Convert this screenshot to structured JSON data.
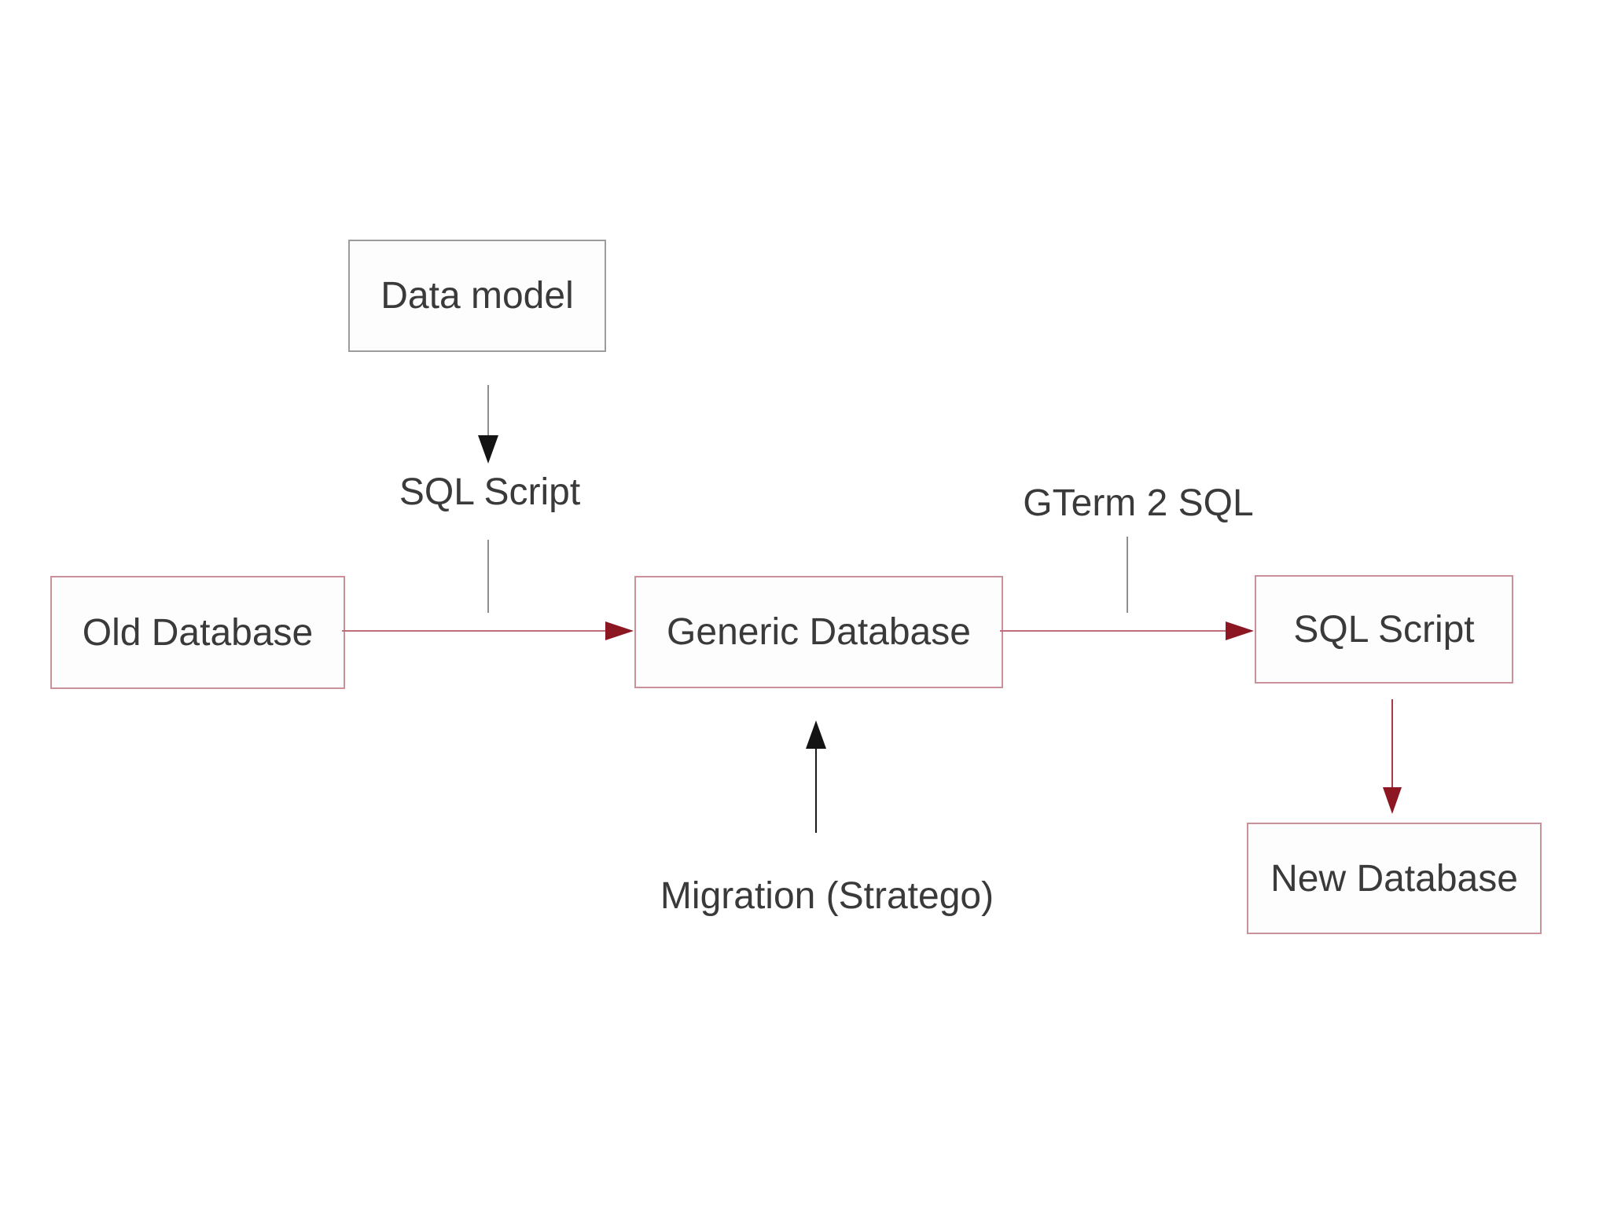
{
  "diagram": {
    "type": "flowchart",
    "background": "#ffffff",
    "nodes": [
      {
        "id": "data-model",
        "label": "Data model",
        "border": "gray"
      },
      {
        "id": "old-database",
        "label": "Old Database",
        "border": "rose"
      },
      {
        "id": "generic-database",
        "label": "Generic Database",
        "border": "rose"
      },
      {
        "id": "sql-script-box",
        "label": "SQL Script",
        "border": "rose"
      },
      {
        "id": "new-database",
        "label": "New Database",
        "border": "rose"
      }
    ],
    "edge_labels": [
      {
        "id": "sql-script-label",
        "label": "SQL Script"
      },
      {
        "id": "gterm-label",
        "label": "GTerm 2 SQL"
      },
      {
        "id": "migration-label",
        "label": "Migration (Stratego)"
      }
    ],
    "edges": [
      {
        "from": "Data model",
        "to": "SQL Script (label)",
        "direction": "down",
        "style": "gray line, black arrowhead"
      },
      {
        "from": "Old Database",
        "to": "Generic Database",
        "direction": "right",
        "style": "rose line, maroon arrowhead",
        "label": "SQL Script"
      },
      {
        "from": "Generic Database",
        "to": "SQL Script",
        "direction": "right",
        "style": "rose line, maroon arrowhead",
        "label": "GTerm 2 SQL"
      },
      {
        "from": "SQL Script",
        "to": "New Database",
        "direction": "down",
        "style": "red line, maroon arrowhead"
      },
      {
        "from": "Migration (Stratego)",
        "to": "Generic Database",
        "direction": "up",
        "style": "black line, black arrowhead"
      }
    ],
    "colors": {
      "background": "#ffffff",
      "text": "#3a3a3a",
      "box_fill": "#fdfdfe",
      "box_border_rose": "#c9929b",
      "box_border_gray": "#9c9c9c",
      "connector_rose": "#c06d7a",
      "connector_red": "#a93945",
      "connector_gray": "#8f8f8f",
      "arrowhead_maroon": "#8c1722",
      "arrowhead_black": "#141414"
    }
  }
}
